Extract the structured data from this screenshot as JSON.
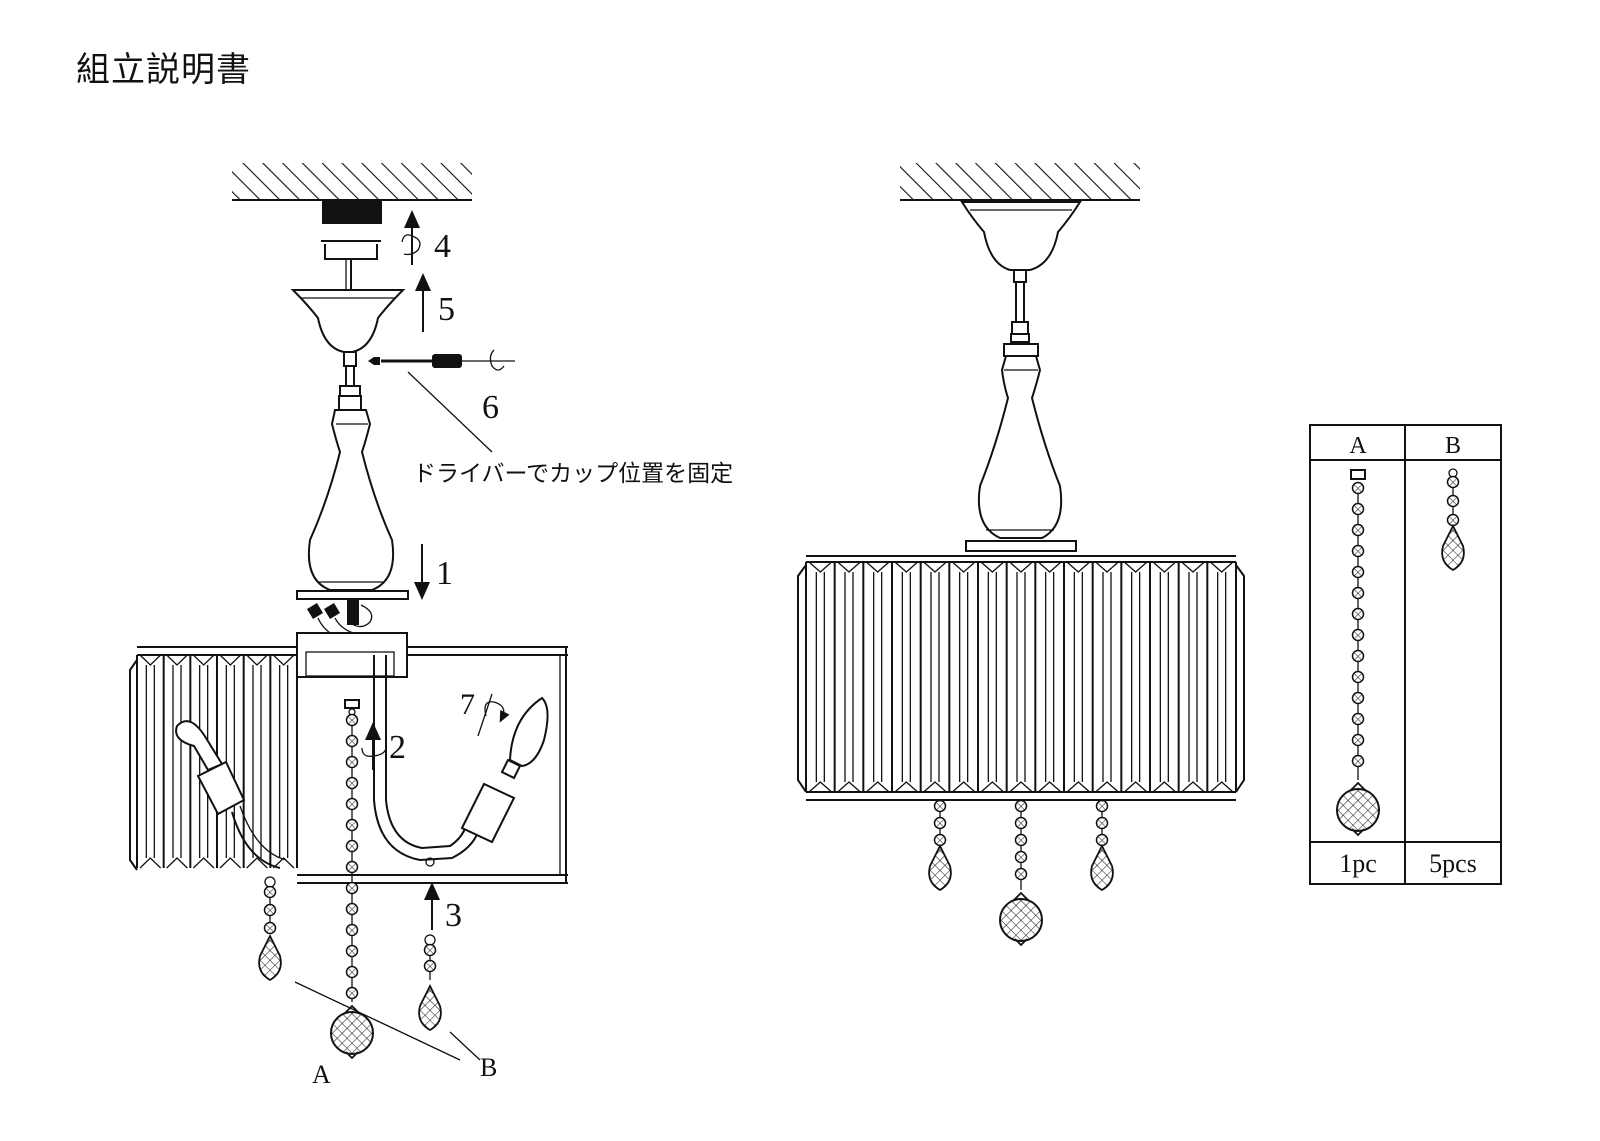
{
  "title": "組立説明書",
  "steps": {
    "s1": "1",
    "s2": "2",
    "s3": "3",
    "s4": "4",
    "s5": "5",
    "s6": "6",
    "s7": "7"
  },
  "caption": "ドライバーでカップ位置を固定",
  "callouts": {
    "a": "A",
    "b": "B"
  },
  "parts_table": {
    "headers": [
      "A",
      "B"
    ],
    "quantities": [
      "1pc",
      "5pcs"
    ]
  }
}
